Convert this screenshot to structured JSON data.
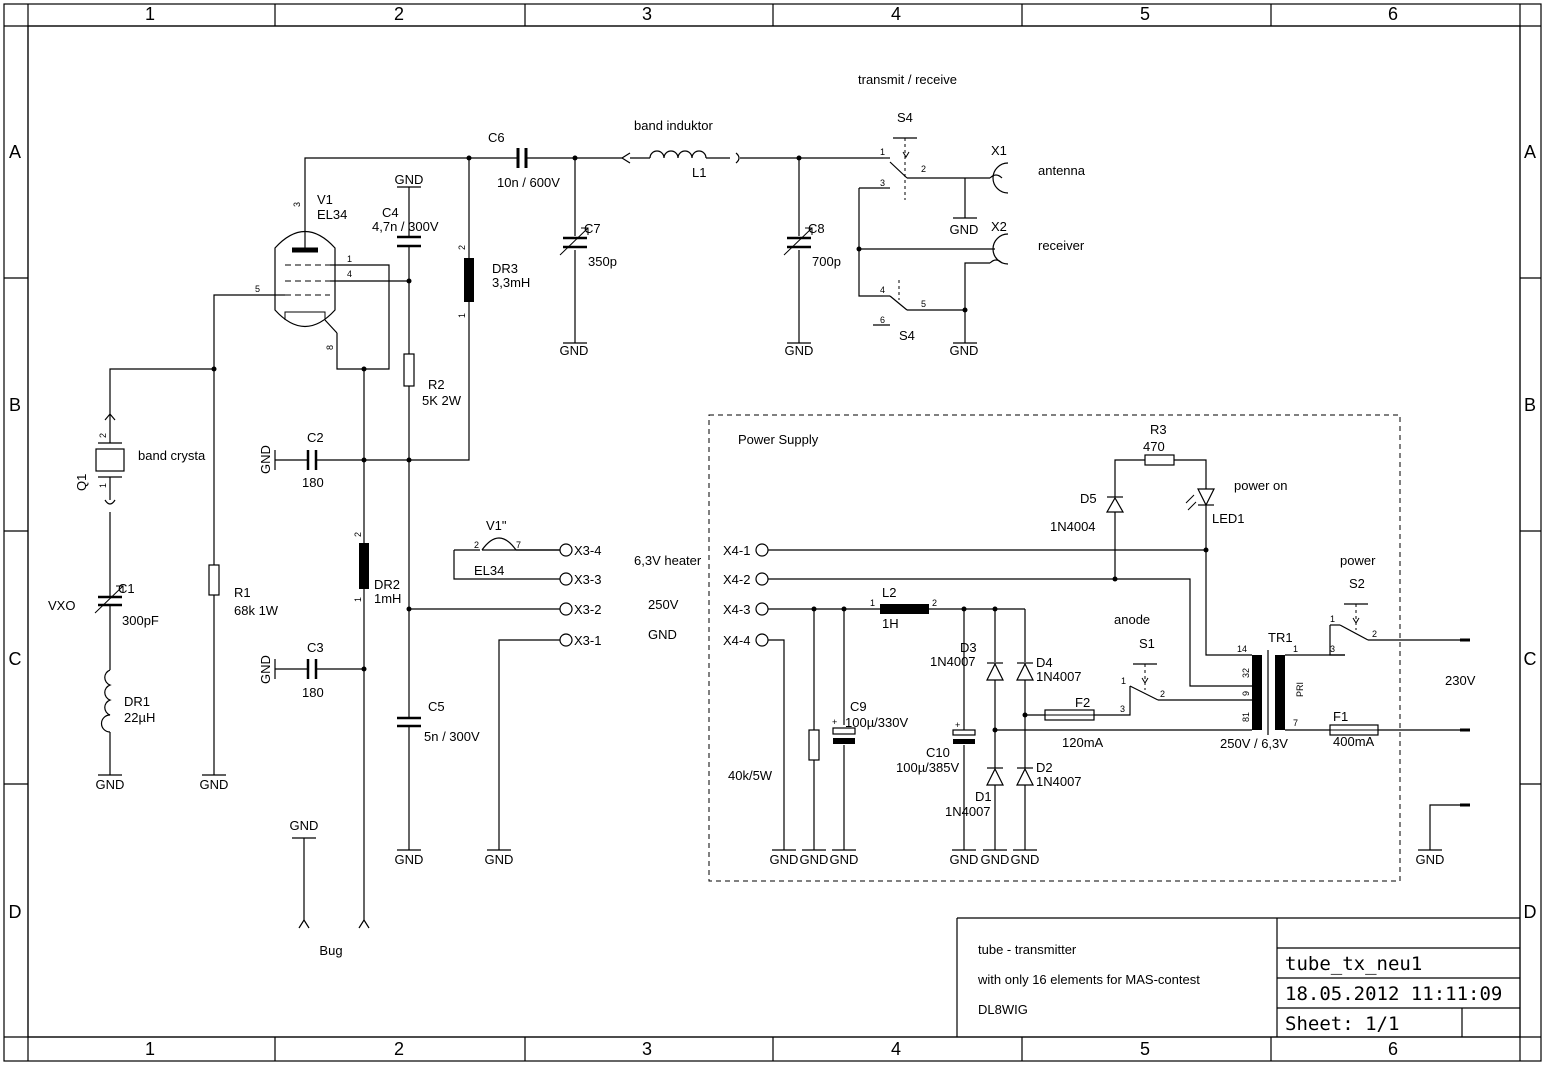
{
  "frame": {
    "col_labels": [
      "1",
      "2",
      "3",
      "4",
      "5",
      "6"
    ],
    "row_labels": [
      "A",
      "B",
      "C",
      "D"
    ]
  },
  "components": {
    "q1": {
      "ref": "Q1",
      "value": "band crysta",
      "pin1": "1",
      "pin2": "2"
    },
    "c1": {
      "ref": "C1",
      "value": "300pF",
      "note": "VXO"
    },
    "dr1": {
      "ref": "DR1",
      "value": "22µH"
    },
    "r1": {
      "ref": "R1",
      "value": "68k 1W"
    },
    "v1": {
      "ref": "V1",
      "value": "EL34",
      "pin1": "1",
      "pin3": "3",
      "pin4": "4",
      "pin5": "5",
      "pin8": "8"
    },
    "v1h": {
      "ref": "V1\"",
      "value": "EL34",
      "pin2": "2",
      "pin7": "7"
    },
    "c2": {
      "ref": "C2",
      "value": "180"
    },
    "c3": {
      "ref": "C3",
      "value": "180"
    },
    "c4": {
      "ref": "C4",
      "value": "4,7n / 300V"
    },
    "c5": {
      "ref": "C5",
      "value": "5n /  300V"
    },
    "r2": {
      "ref": "R2",
      "value": "5K 2W"
    },
    "dr2": {
      "ref": "DR2",
      "value": "1mH",
      "pin1": "1",
      "pin2": "2"
    },
    "dr3": {
      "ref": "DR3",
      "value": "3,3mH",
      "pin1": "1",
      "pin2": "2"
    },
    "c6": {
      "ref": "C6",
      "value": "10n / 600V"
    },
    "c7": {
      "ref": "C7",
      "value": "350p"
    },
    "l1": {
      "ref": "L1",
      "value": "band induktor"
    },
    "c8": {
      "ref": "C8",
      "value": "700p"
    },
    "s4": {
      "ref": "S4",
      "value": "transmit / receive",
      "ref2": "S4",
      "p1": "1",
      "p2": "2",
      "p3": "3",
      "p4": "4",
      "p5": "5",
      "p6": "6"
    },
    "x1": {
      "ref": "X1",
      "value": "antenna"
    },
    "x2": {
      "ref": "X2",
      "value": "receiver"
    },
    "x3": {
      "pins": [
        "X3-4",
        "X3-3",
        "X3-2",
        "X3-1"
      ],
      "labels": [
        "6,3V heater",
        "250V",
        "GND"
      ]
    },
    "x4": {
      "pins": [
        "X4-1",
        "X4-2",
        "X4-3",
        "X4-4"
      ]
    },
    "power_supply": "Power Supply",
    "r3": {
      "ref": "R3",
      "value": "470"
    },
    "d5": {
      "ref": "D5",
      "value": "1N4004"
    },
    "led1": {
      "ref": "LED1",
      "value": "power on"
    },
    "l2": {
      "ref": "L2",
      "value": "1H",
      "pin1": "1",
      "pin2": "2"
    },
    "d1": {
      "ref": "D1",
      "value": "1N4007"
    },
    "d2": {
      "ref": "D2",
      "value": "1N4007"
    },
    "d3": {
      "ref": "D3",
      "value": "1N4007"
    },
    "d4": {
      "ref": "D4",
      "value": "1N4007"
    },
    "c9": {
      "ref": "C9",
      "value": "100µ/330V"
    },
    "c10": {
      "ref": "C10",
      "value": "100µ/385V"
    },
    "rb": {
      "value": "40k/5W"
    },
    "f2": {
      "ref": "F2",
      "value": "120mA",
      "pin3": "3"
    },
    "s1": {
      "ref": "S1",
      "value": "anode",
      "p1": "1",
      "p2": "2"
    },
    "tr1": {
      "ref": "TR1",
      "value": "250V / 6,3V",
      "p14": "14",
      "p1": "1",
      "p32": "32",
      "p9": "9",
      "p81": "81",
      "p7": "7",
      "p3": "3",
      "pri": "PRI"
    },
    "s2": {
      "ref": "S2",
      "value": "power",
      "p1": "1",
      "p2": "2"
    },
    "f1": {
      "ref": "F1",
      "value": "400mA"
    },
    "mains": "230V",
    "gnd": "GND",
    "bug": "Bug"
  },
  "title_block": {
    "line1": "tube - transmitter",
    "line2": "with only 16 elements for MAS-contest",
    "line3": "DL8WIG",
    "filename": "tube_tx_neu1",
    "datetime": "18.05.2012  11:11:09",
    "sheet": "Sheet: 1/1"
  }
}
